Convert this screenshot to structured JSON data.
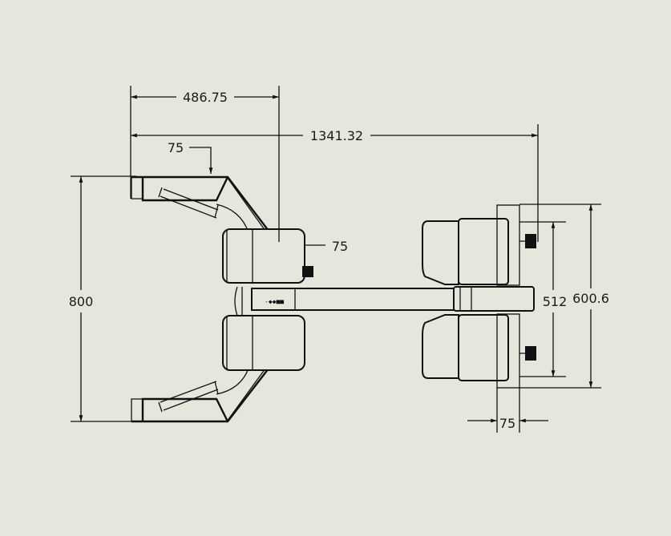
{
  "drawing": {
    "title": "Top view robot chassis",
    "dimensions": {
      "arm_length": "486.75",
      "overall_length": "1341.32",
      "arm_width": "75",
      "wheel_offset": "75",
      "overall_width": "800",
      "rear_inner_width": "512",
      "rear_outer_width": "600.6",
      "rear_offset": "75"
    }
  }
}
